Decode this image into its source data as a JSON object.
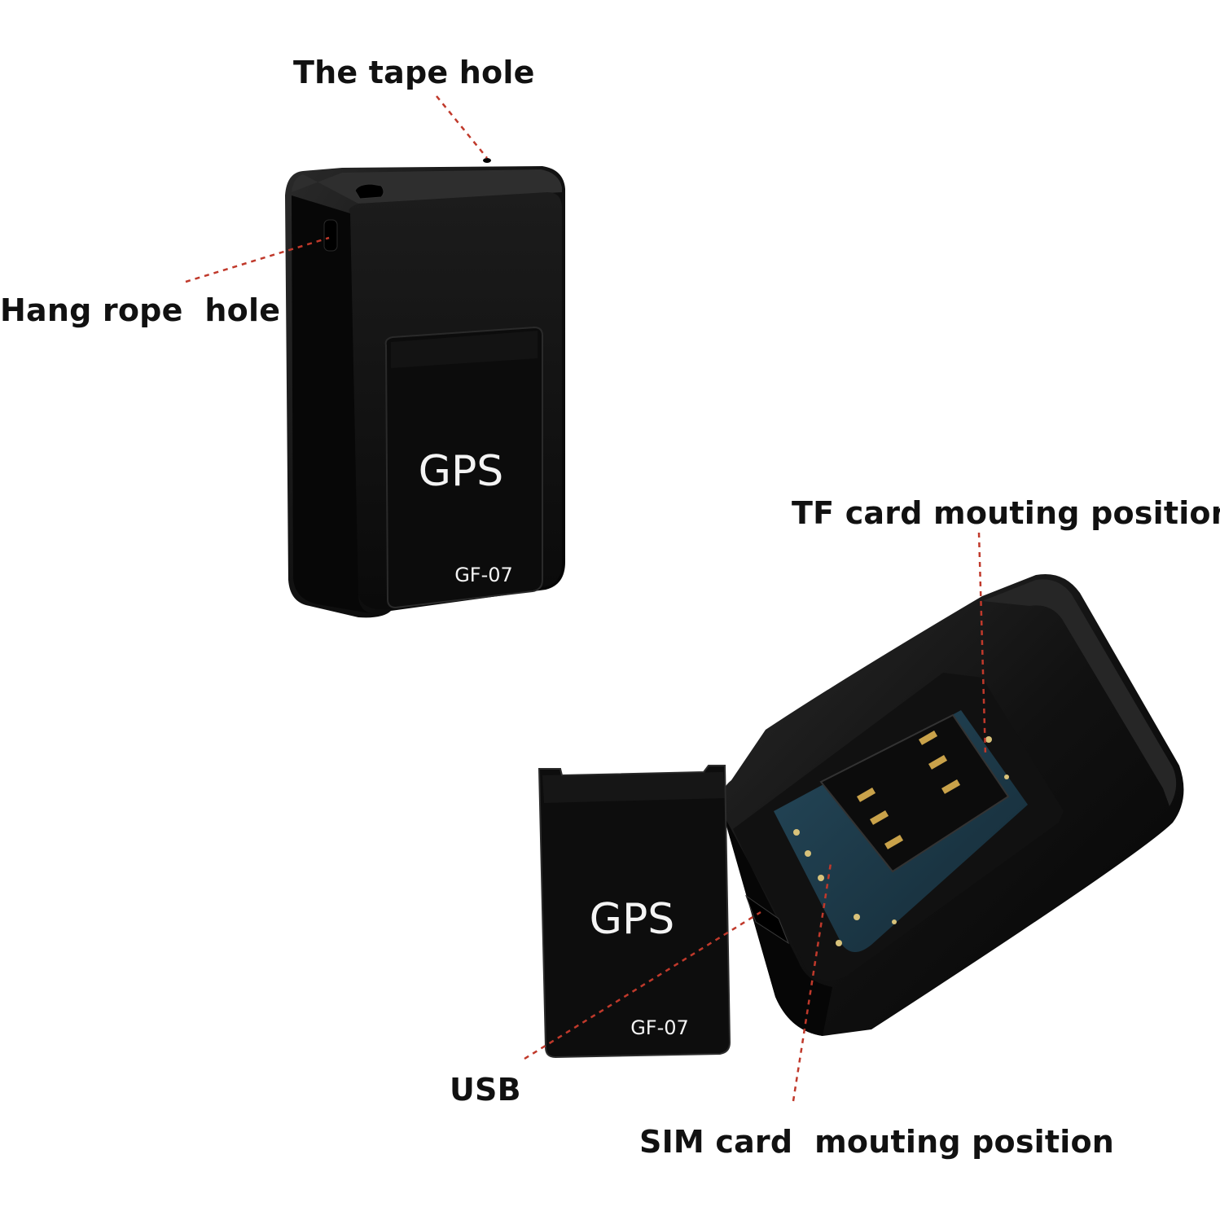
{
  "callouts": {
    "tape_hole": "The tape hole",
    "hang_rope_hole": "Hang rope  hole",
    "tf_card": "TF card mouting position",
    "usb": "USB",
    "sim_card": "SIM card  mouting position"
  },
  "device_top": {
    "brand": "GPS",
    "model": "GF-07"
  },
  "device_cover": {
    "brand": "GPS",
    "model": "GF-07"
  },
  "colors": {
    "leader_line": "#c0392b",
    "device_body": "#0e0e0e",
    "pcb": "#1f3a4a",
    "contact_gold": "#c9a24a"
  }
}
